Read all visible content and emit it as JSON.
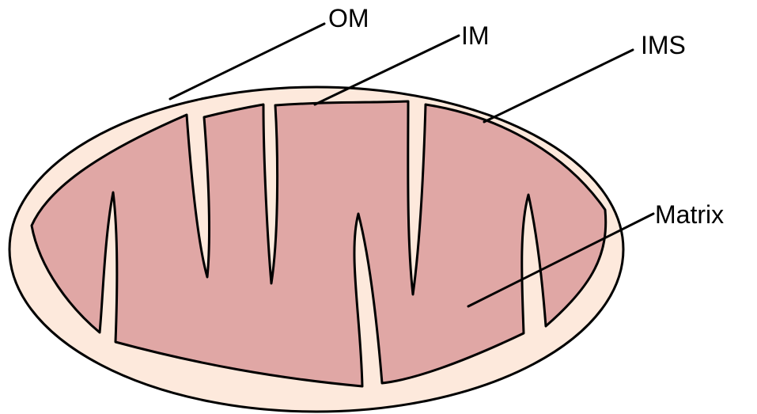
{
  "diagram": {
    "colors": {
      "outer_membrane_fill": "#fde9dc",
      "matrix_fill": "#e0a7a5",
      "stroke": "#000000",
      "background": "#ffffff"
    },
    "labels": {
      "om": "OM",
      "im": "IM",
      "ims": "IMS",
      "matrix": "Matrix"
    }
  }
}
